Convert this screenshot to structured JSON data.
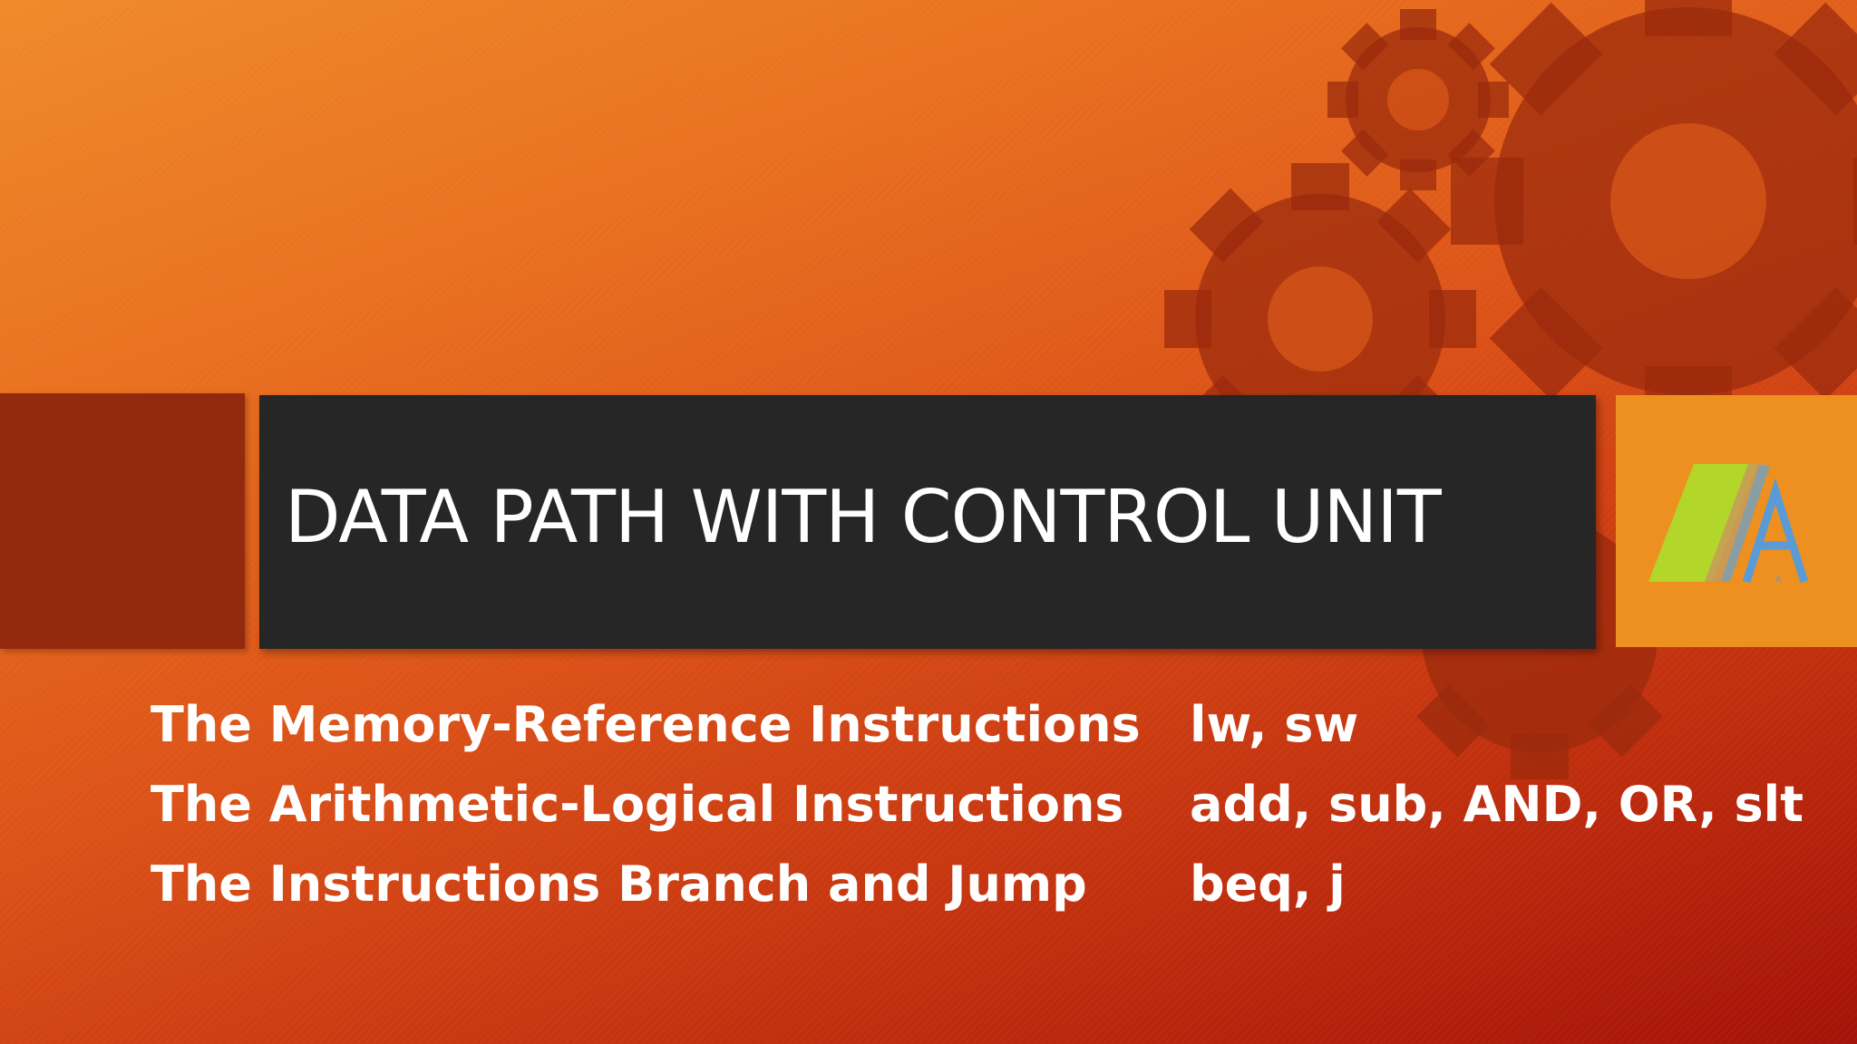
{
  "slide": {
    "title": "DATA PATH WITH CONTROL UNIT",
    "rows": [
      {
        "label": "The Memory-Reference Instructions",
        "value": "lw, sw"
      },
      {
        "label": "The Arithmetic-Logical Instructions",
        "value": "add, sub, AND, OR, slt"
      },
      {
        "label": "The Instructions Branch and Jump",
        "value": "beq, j"
      }
    ]
  },
  "logo": {
    "letter": "A"
  },
  "decorations": {
    "icon": "gears-icon"
  },
  "colors": {
    "accent_dark": "#93290d",
    "title_bar": "#262626",
    "logo_bg": "#ee9020",
    "gear": "#9a2a0c",
    "text": "#ffffff"
  }
}
